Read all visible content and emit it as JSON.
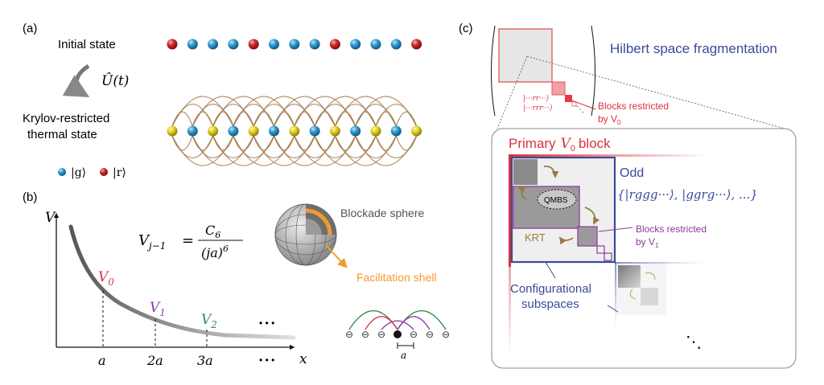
{
  "panel_a": {
    "label": "(a)",
    "initial_state_label": "Initial state",
    "evolution_operator": "Û(t)",
    "krylov_line1": "Krylov-restricted",
    "krylov_line2": "thermal state",
    "legend_g": "|g⟩",
    "legend_r": "|r⟩",
    "initial_chain": [
      "r",
      "g",
      "g",
      "g",
      "r",
      "g",
      "g",
      "g",
      "r",
      "g",
      "g",
      "g",
      "r"
    ],
    "thermal_chain": [
      "y",
      "g",
      "y",
      "g",
      "y",
      "g",
      "y",
      "g",
      "y",
      "g",
      "y",
      "g",
      "y"
    ],
    "colors": {
      "red": "#c0242a",
      "blue": "#2b8ac0",
      "yellow": "#e2cf1c",
      "arc": "#a0784a"
    }
  },
  "panel_b": {
    "label": "(b)",
    "y_axis": "V",
    "x_axis": "x",
    "formula_lhs": "V",
    "formula_lhs_sub": "j−1",
    "formula_eq": "=",
    "formula_num": "C",
    "formula_num_sub": "6",
    "formula_den": "(ja)",
    "formula_den_sup": "6",
    "v0": "V",
    "v0_sub": "0",
    "v1": "V",
    "v1_sub": "1",
    "v2": "V",
    "v2_sub": "2",
    "x_ticks": [
      "a",
      "2a",
      "3a"
    ],
    "ellipsis": "• • •",
    "blockade_sphere": "Blockade sphere",
    "facilitation_shell": "Facilitation shell",
    "lattice_spacing": "a",
    "colors": {
      "v0": "#d6354a",
      "v1": "#8b3fa6",
      "v2": "#3b8a4a",
      "shell": "#f29a2e"
    }
  },
  "panel_c": {
    "label": "(c)",
    "hilbert_title": "Hilbert space fragmentation",
    "ket1": "|···rr···⟩",
    "ket2": "|···rrr···⟩",
    "blocks_v0_line1": "Blocks restricted",
    "blocks_v0_line2": "by V",
    "blocks_v0_sub": "0",
    "primary_block": "Primary",
    "primary_v": "V",
    "primary_sub": "0",
    "primary_suffix": "block",
    "odd_label": "Odd",
    "odd_set": "{|rggg···⟩, |ggrg···⟩, ...}",
    "qmbs": "QMBS",
    "krt": "KRT",
    "blocks_v1_line1": "Blocks restricted",
    "blocks_v1_line2": "by V",
    "blocks_v1_sub": "1",
    "config_line1": "Configurational",
    "config_line2": "subspaces",
    "colors": {
      "red": "#d9313d",
      "navy": "#3b4a9a",
      "purple": "#8c3a9a",
      "brown": "#9a7a40"
    }
  }
}
